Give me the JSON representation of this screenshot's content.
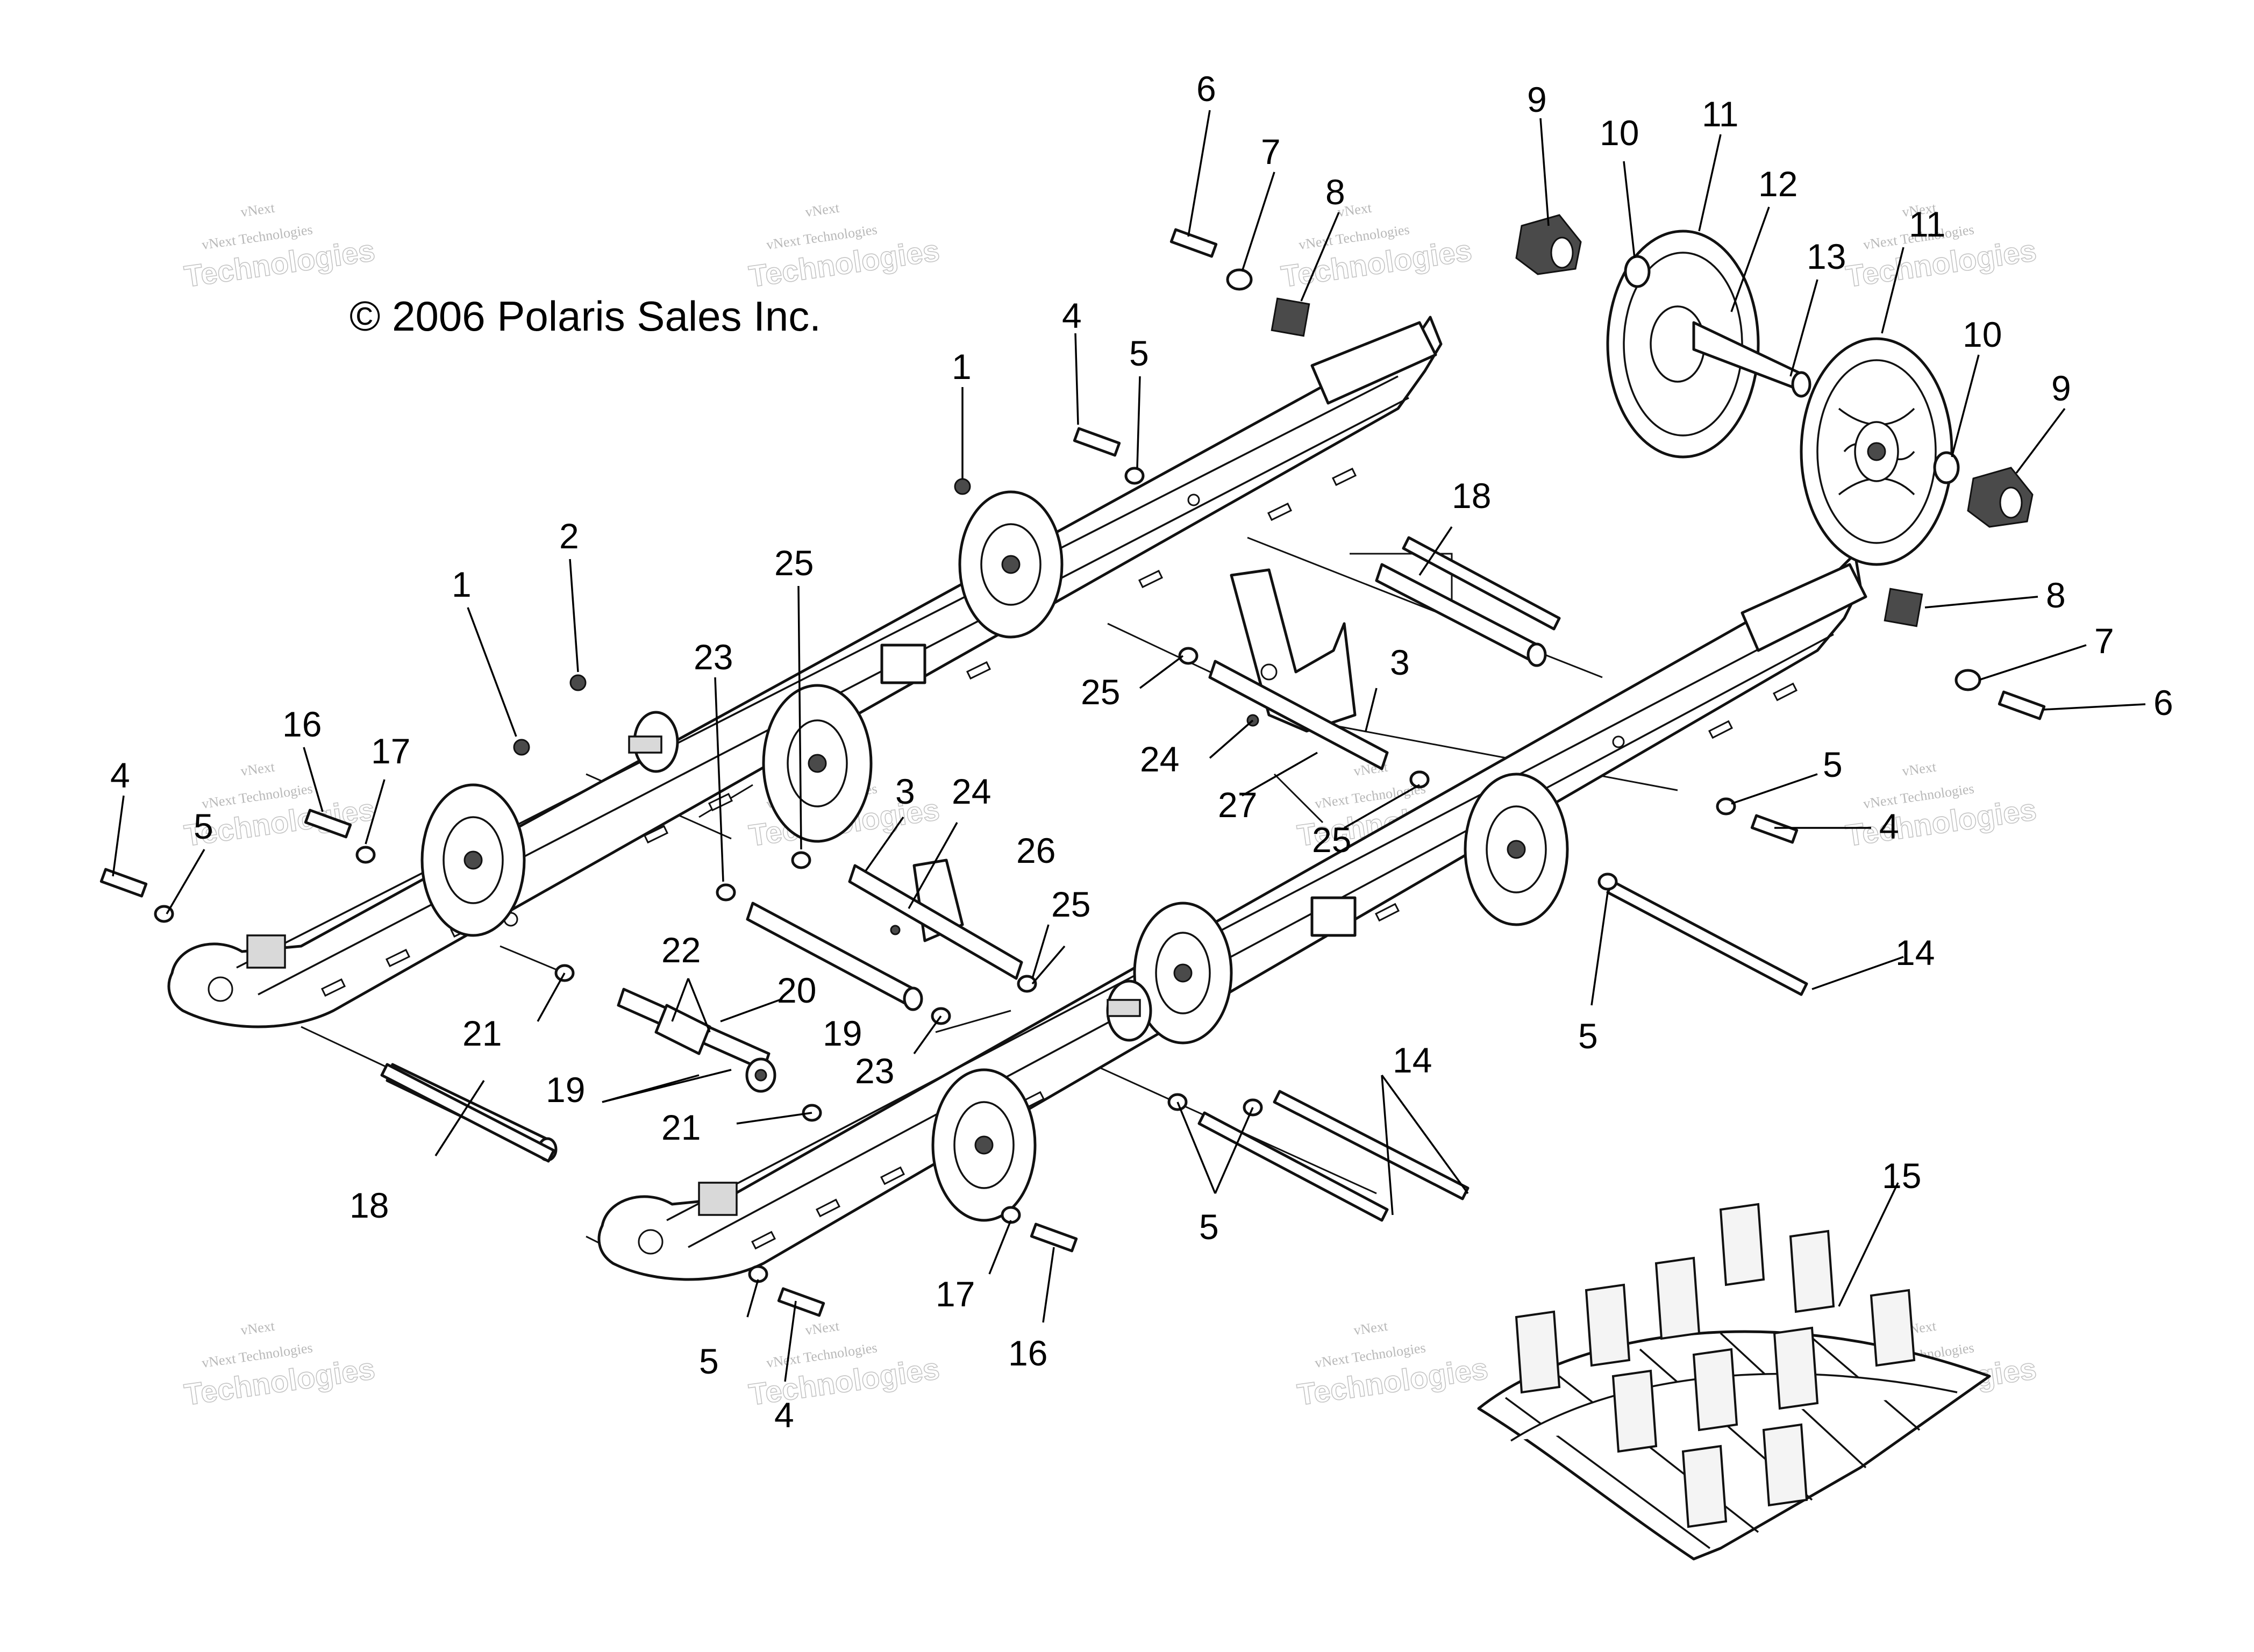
{
  "copyright": "© 2006 Polaris Sales Inc.",
  "watermark": {
    "company_line": "vNext Technologies",
    "big_line": "Technologies",
    "small_top": "vNext"
  },
  "callouts": [
    {
      "id": "c1",
      "label": "6"
    },
    {
      "id": "c2",
      "label": "7"
    },
    {
      "id": "c3",
      "label": "8"
    },
    {
      "id": "c4",
      "label": "9"
    },
    {
      "id": "c5",
      "label": "10"
    },
    {
      "id": "c6",
      "label": "11"
    },
    {
      "id": "c7",
      "label": "12"
    },
    {
      "id": "c8",
      "label": "13"
    },
    {
      "id": "c9",
      "label": "11"
    },
    {
      "id": "c10",
      "label": "10"
    },
    {
      "id": "c11",
      "label": "9"
    },
    {
      "id": "c12",
      "label": "4"
    },
    {
      "id": "c13",
      "label": "5"
    },
    {
      "id": "c14",
      "label": "1"
    },
    {
      "id": "c15",
      "label": "18"
    },
    {
      "id": "c16",
      "label": "8"
    },
    {
      "id": "c17",
      "label": "7"
    },
    {
      "id": "c18",
      "label": "6"
    },
    {
      "id": "c19",
      "label": "2"
    },
    {
      "id": "c20",
      "label": "1"
    },
    {
      "id": "c21",
      "label": "25"
    },
    {
      "id": "c22",
      "label": "23"
    },
    {
      "id": "c23",
      "label": "25"
    },
    {
      "id": "c24",
      "label": "3"
    },
    {
      "id": "c25",
      "label": "16"
    },
    {
      "id": "c26",
      "label": "17"
    },
    {
      "id": "c27",
      "label": "24"
    },
    {
      "id": "c28",
      "label": "27"
    },
    {
      "id": "c29",
      "label": "5"
    },
    {
      "id": "c30",
      "label": "4"
    },
    {
      "id": "c31",
      "label": "5"
    },
    {
      "id": "c32",
      "label": "4"
    },
    {
      "id": "c33",
      "label": "3"
    },
    {
      "id": "c34",
      "label": "24"
    },
    {
      "id": "c35",
      "label": "25"
    },
    {
      "id": "c36",
      "label": "26"
    },
    {
      "id": "c37",
      "label": "25"
    },
    {
      "id": "c38",
      "label": "14"
    },
    {
      "id": "c39",
      "label": "22"
    },
    {
      "id": "c40",
      "label": "20"
    },
    {
      "id": "c41",
      "label": "21"
    },
    {
      "id": "c42",
      "label": "19"
    },
    {
      "id": "c43",
      "label": "23"
    },
    {
      "id": "c44",
      "label": "5"
    },
    {
      "id": "c45",
      "label": "19"
    },
    {
      "id": "c46",
      "label": "21"
    },
    {
      "id": "c47",
      "label": "14"
    },
    {
      "id": "c48",
      "label": "18"
    },
    {
      "id": "c49",
      "label": "15"
    },
    {
      "id": "c50",
      "label": "5"
    },
    {
      "id": "c51",
      "label": "17"
    },
    {
      "id": "c52",
      "label": "16"
    },
    {
      "id": "c53",
      "label": "5"
    },
    {
      "id": "c54",
      "label": "4"
    }
  ]
}
